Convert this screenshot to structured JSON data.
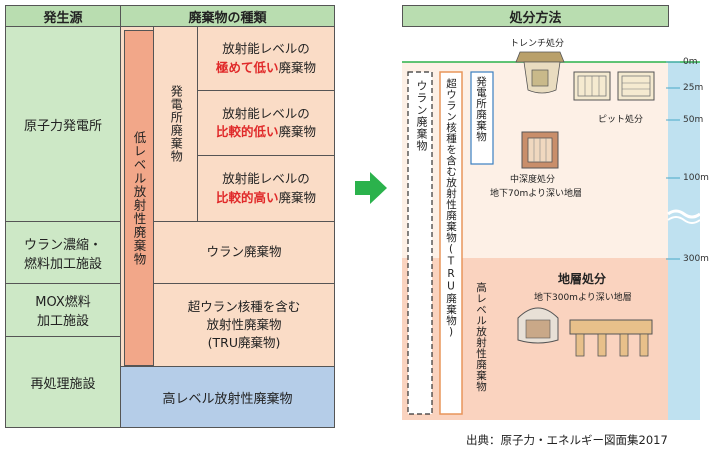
{
  "left_table": {
    "header_source": "発生源",
    "header_waste_type": "廃棄物の種類",
    "sources": {
      "nuclear_plant": "原子力発電所",
      "uranium_enrichment": [
        "ウラン濃縮・",
        "燃料加工施設"
      ],
      "mox_fuel": [
        "MOX燃料",
        "加工施設"
      ],
      "reprocessing": "再処理施設"
    },
    "low_level_label": "低レベル放射性廃棄物",
    "plant_waste_label": "発電所廃棄物",
    "plant_waste_rows": [
      {
        "line1": "放射能レベルの",
        "emph": "極めて低い",
        "suffix": "廃棄物"
      },
      {
        "line1": "放射能レベルの",
        "emph": "比較的低い",
        "suffix": "廃棄物"
      },
      {
        "line1": "放射能レベルの",
        "emph": "比較的高い",
        "suffix": "廃棄物"
      }
    ],
    "uranium_waste": "ウラン廃棄物",
    "tru_waste": [
      "超ウラン核種を含む",
      "放射性廃棄物",
      "(TRU廃棄物)"
    ],
    "high_level_waste": "高レベル放射性廃棄物"
  },
  "right_panel": {
    "header": "処分方法",
    "trench_label": "トレンチ処分",
    "pit_label": "ピット処分",
    "intermediate_label": "中深度処分",
    "intermediate_sub": "地下70mより深い地層",
    "geological_label": "地層処分",
    "geological_sub": "地下300mより深い地層",
    "vertical_uranium": "ウラン廃棄物",
    "vertical_tru": "超ウラン核種を含む放射性廃棄物(TRU廃棄物)",
    "vertical_plant": "発電所廃棄物",
    "vertical_high": "高レベル放射性廃棄物",
    "depths": [
      "0m",
      "25m",
      "50m",
      "100m",
      "300m"
    ]
  },
  "source_credit": "出典：原子力・エネルギー図面集2017",
  "colors": {
    "header_green": "#b9ddb0",
    "cell_green": "#cde8c6",
    "peach": "#fadcc6",
    "salmon": "#f2a789",
    "blue": "#b5cde8",
    "arrow_green": "#2bb24c",
    "red_text": "#e02a2a",
    "water": "#bfe1f0"
  }
}
